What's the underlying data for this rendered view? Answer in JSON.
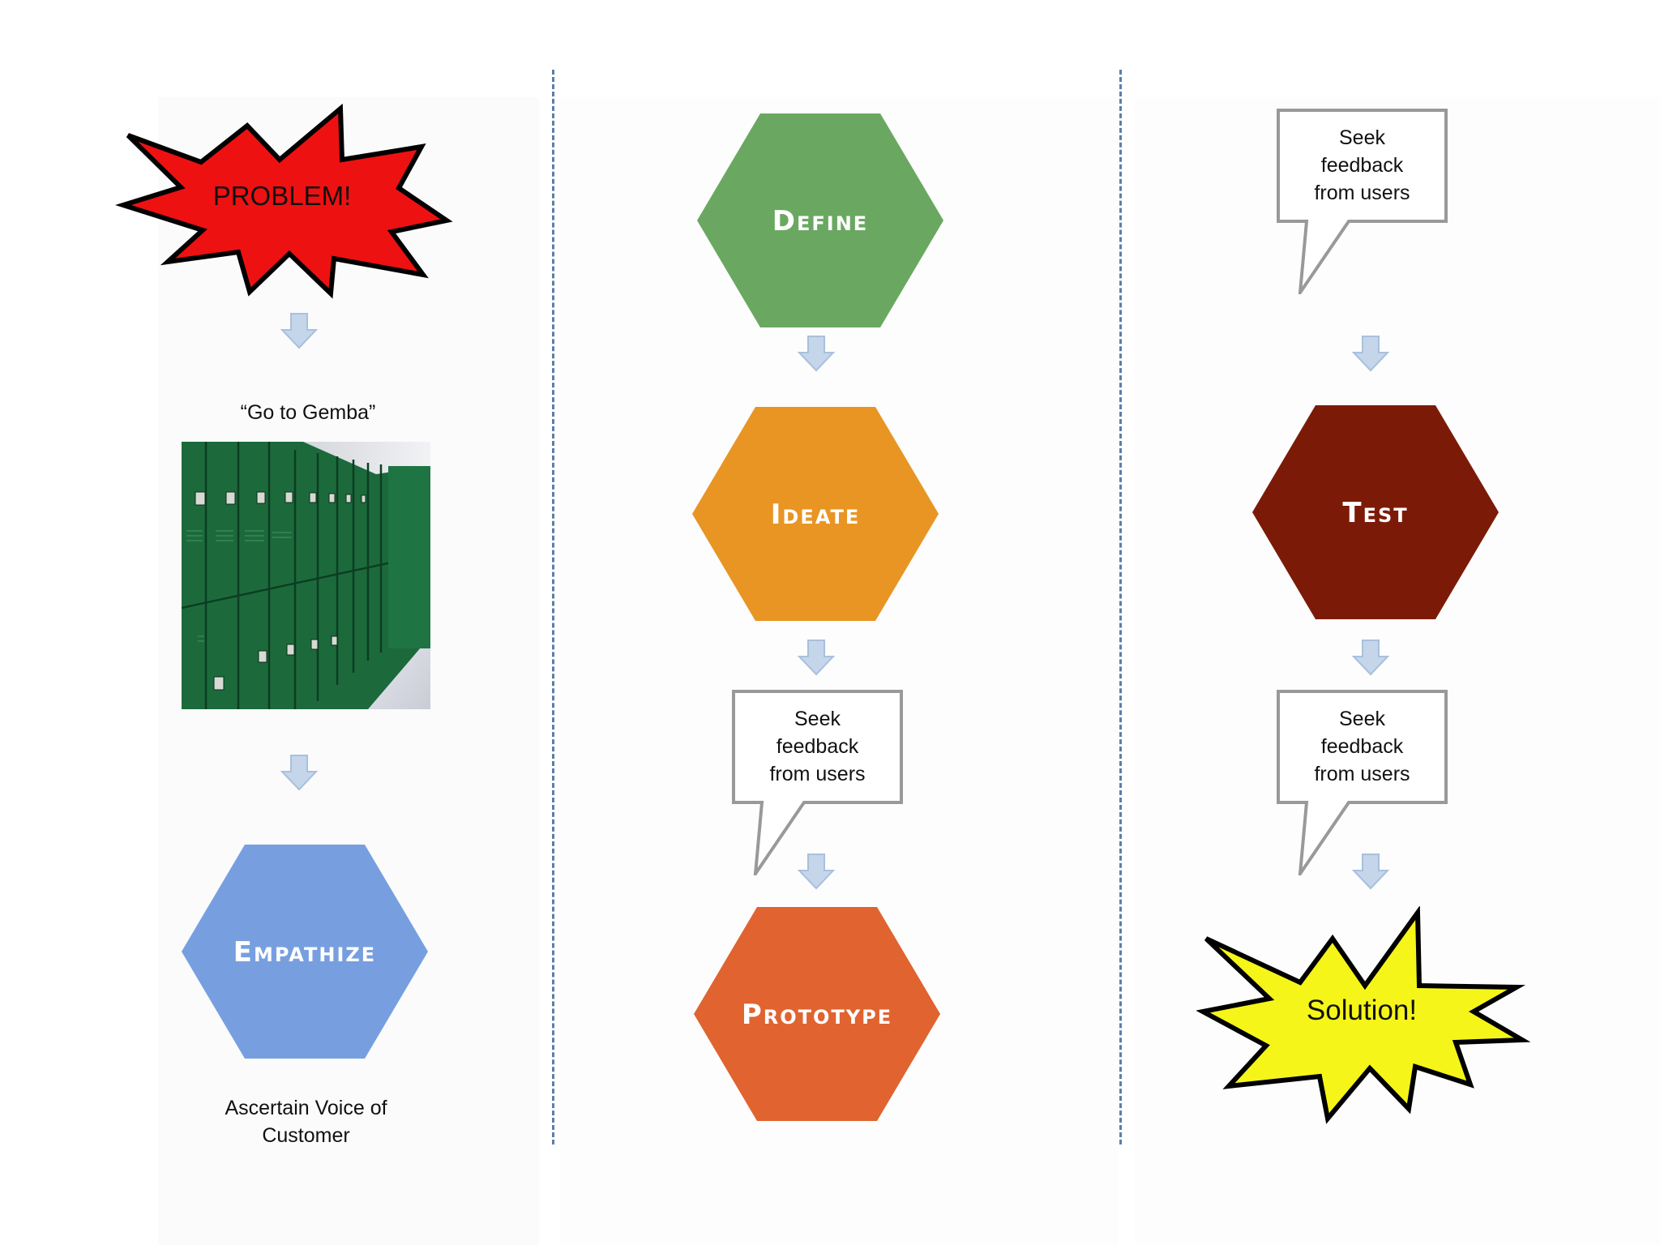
{
  "column_left": {
    "problem_burst_label": "PROBLEM!",
    "gemba_caption": "“Go to Gemba”",
    "empathize_label": "Empathize",
    "empathize_caption_line1": "Ascertain Voice of",
    "empathize_caption_line2": "Customer"
  },
  "column_middle": {
    "define_label": "Define",
    "ideate_label": "Ideate",
    "feedback_line1": "Seek",
    "feedback_line2": "feedback",
    "feedback_line3": "from users",
    "prototype_label": "Prototype"
  },
  "column_right": {
    "feedback_top_line1": "Seek",
    "feedback_top_line2": "feedback",
    "feedback_top_line3": "from users",
    "test_label": "Test",
    "feedback_bottom_line1": "Seek",
    "feedback_bottom_line2": "feedback",
    "feedback_bottom_line3": "from users",
    "solution_burst_label": "Solution!"
  },
  "colors": {
    "problem_burst": "#ee1111",
    "solution_burst": "#f5f51a",
    "empathize": "#779fdf",
    "define": "#6aa861",
    "ideate": "#e89524",
    "prototype": "#e06330",
    "test": "#7c1a08",
    "arrow": "#c5d6ea",
    "divider": "#5a7fa8"
  }
}
